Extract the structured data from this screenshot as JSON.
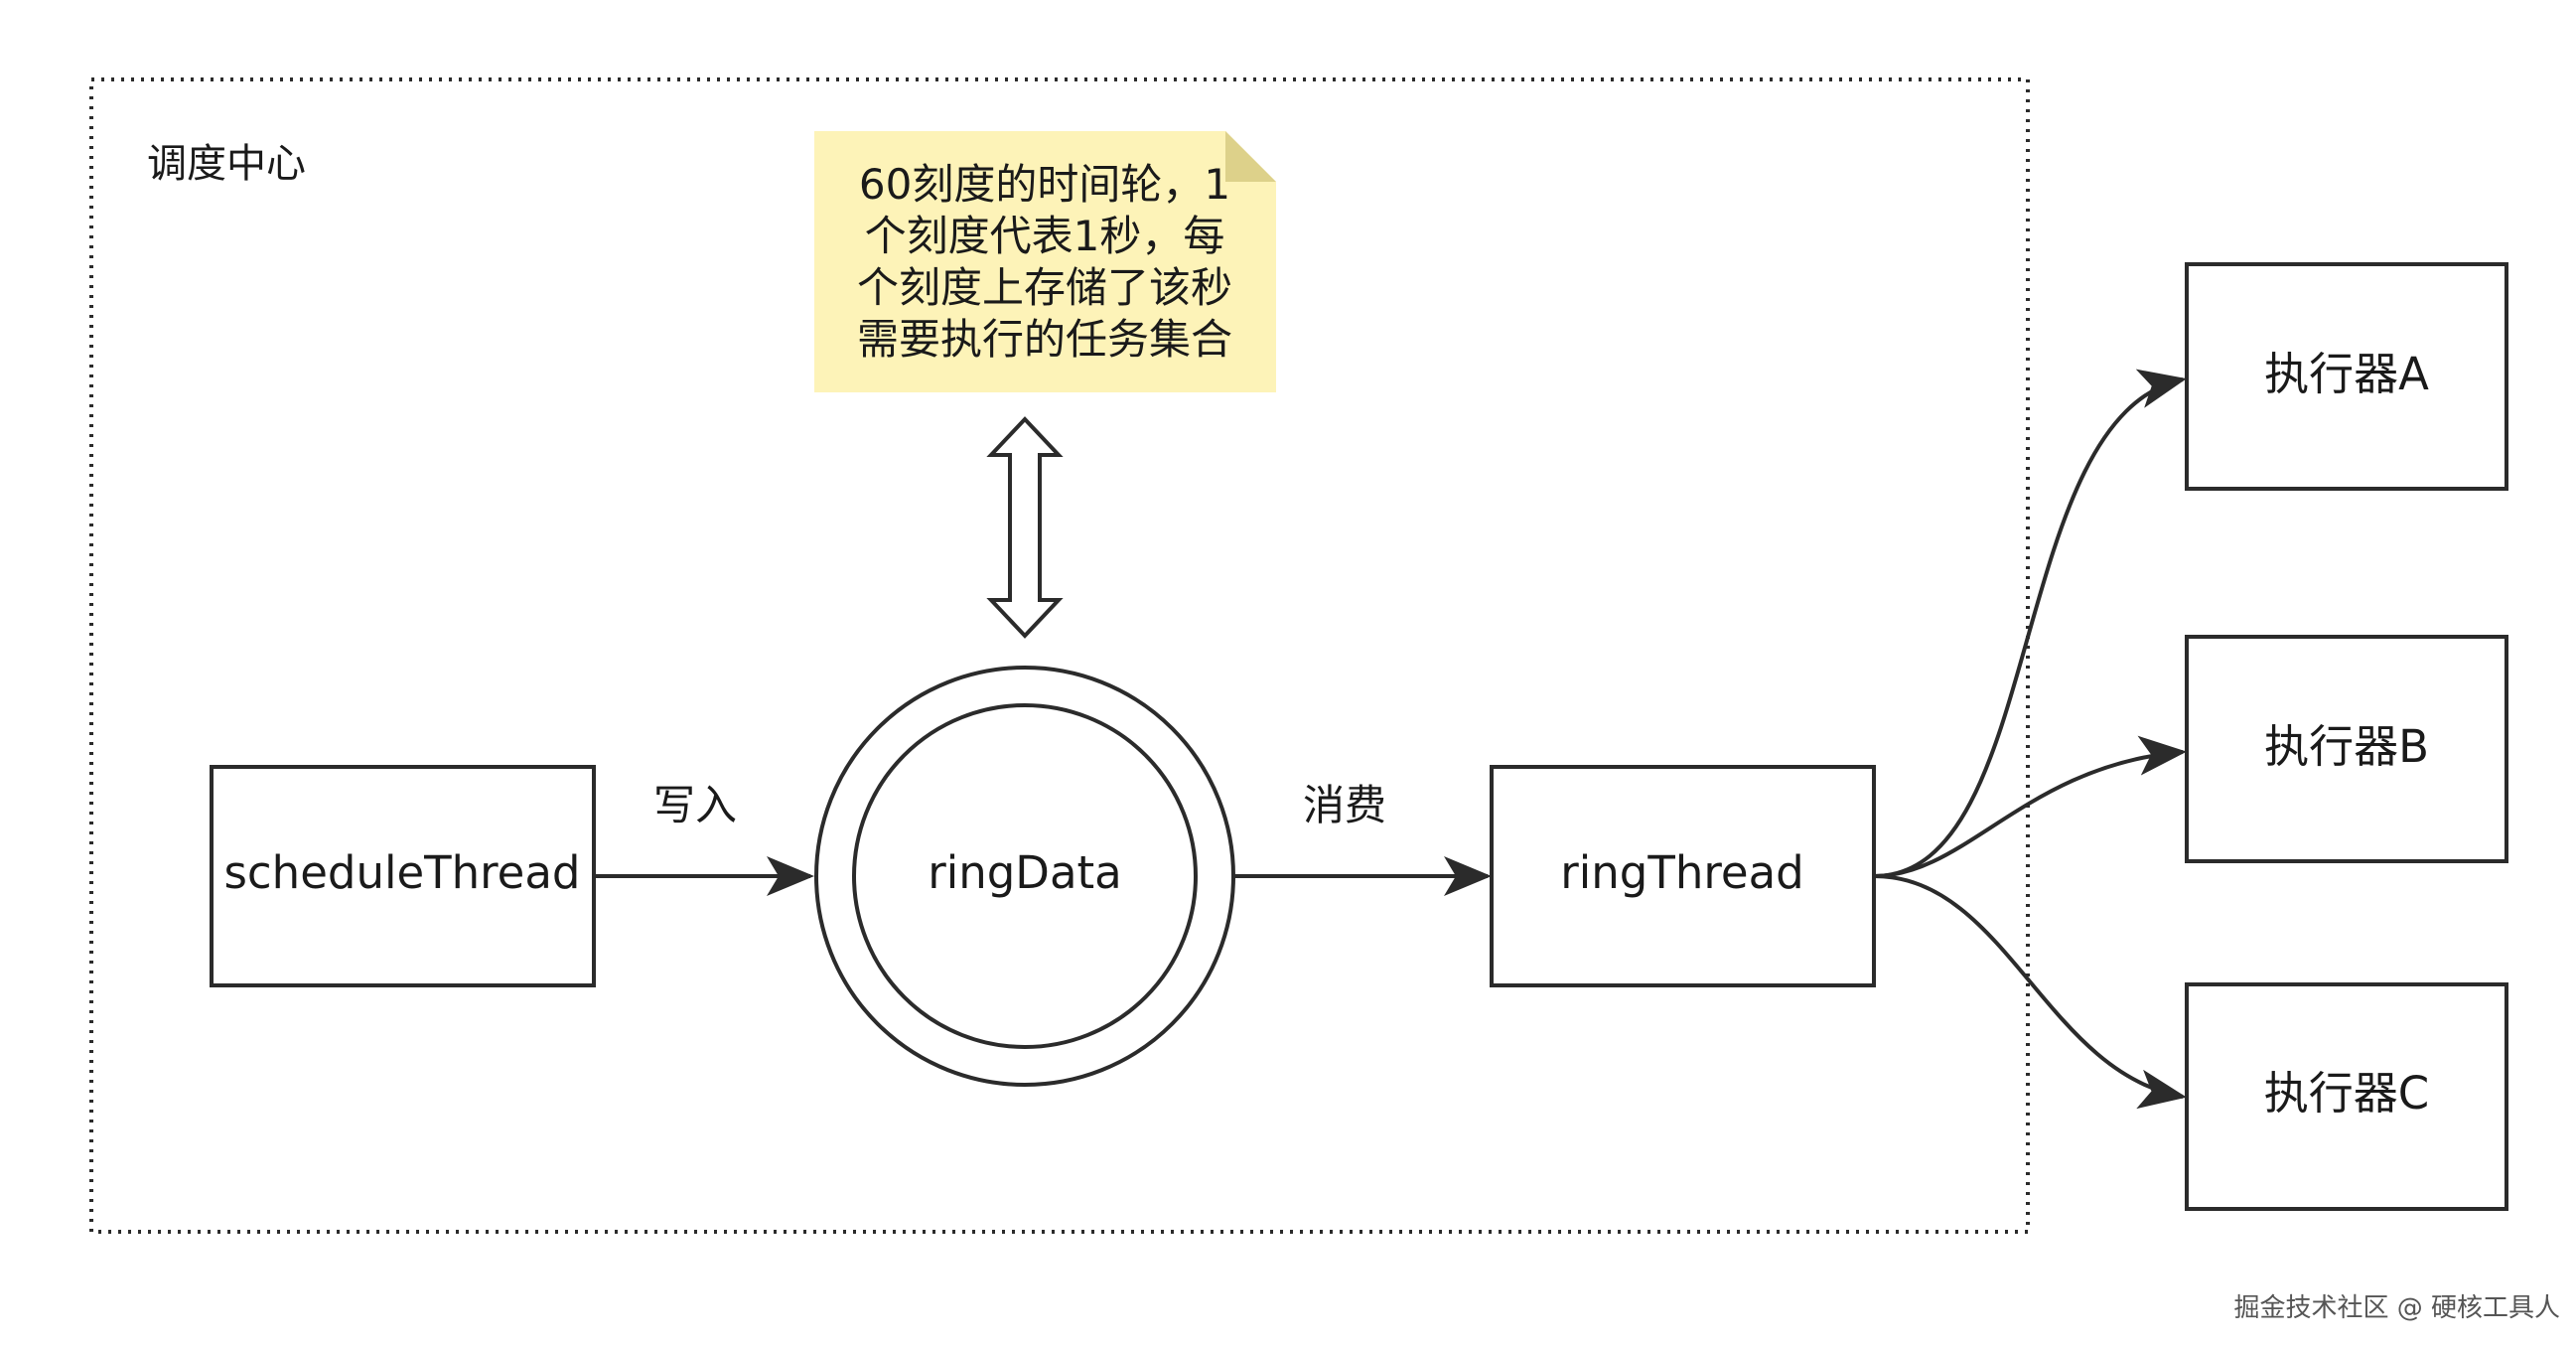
{
  "group": {
    "label": "调度中心"
  },
  "note": {
    "lines": [
      "60刻度的时间轮，1",
      "个刻度代表1秒，每",
      "个刻度上存储了该秒",
      "需要执行的任务集合"
    ]
  },
  "nodes": {
    "schedule_thread": "scheduleThread",
    "ring_data": "ringData",
    "ring_thread": "ringThread",
    "executor_a": "执行器A",
    "executor_b": "执行器B",
    "executor_c": "执行器C"
  },
  "edges": {
    "write": "写入",
    "consume": "消费"
  },
  "watermark": "掘金技术社区 @ 硬核工具人",
  "colors": {
    "stroke": "#2b2b2b",
    "note_fill": "#fdf3b8",
    "note_fold": "#ddd18a",
    "text": "#1a1a1a"
  }
}
